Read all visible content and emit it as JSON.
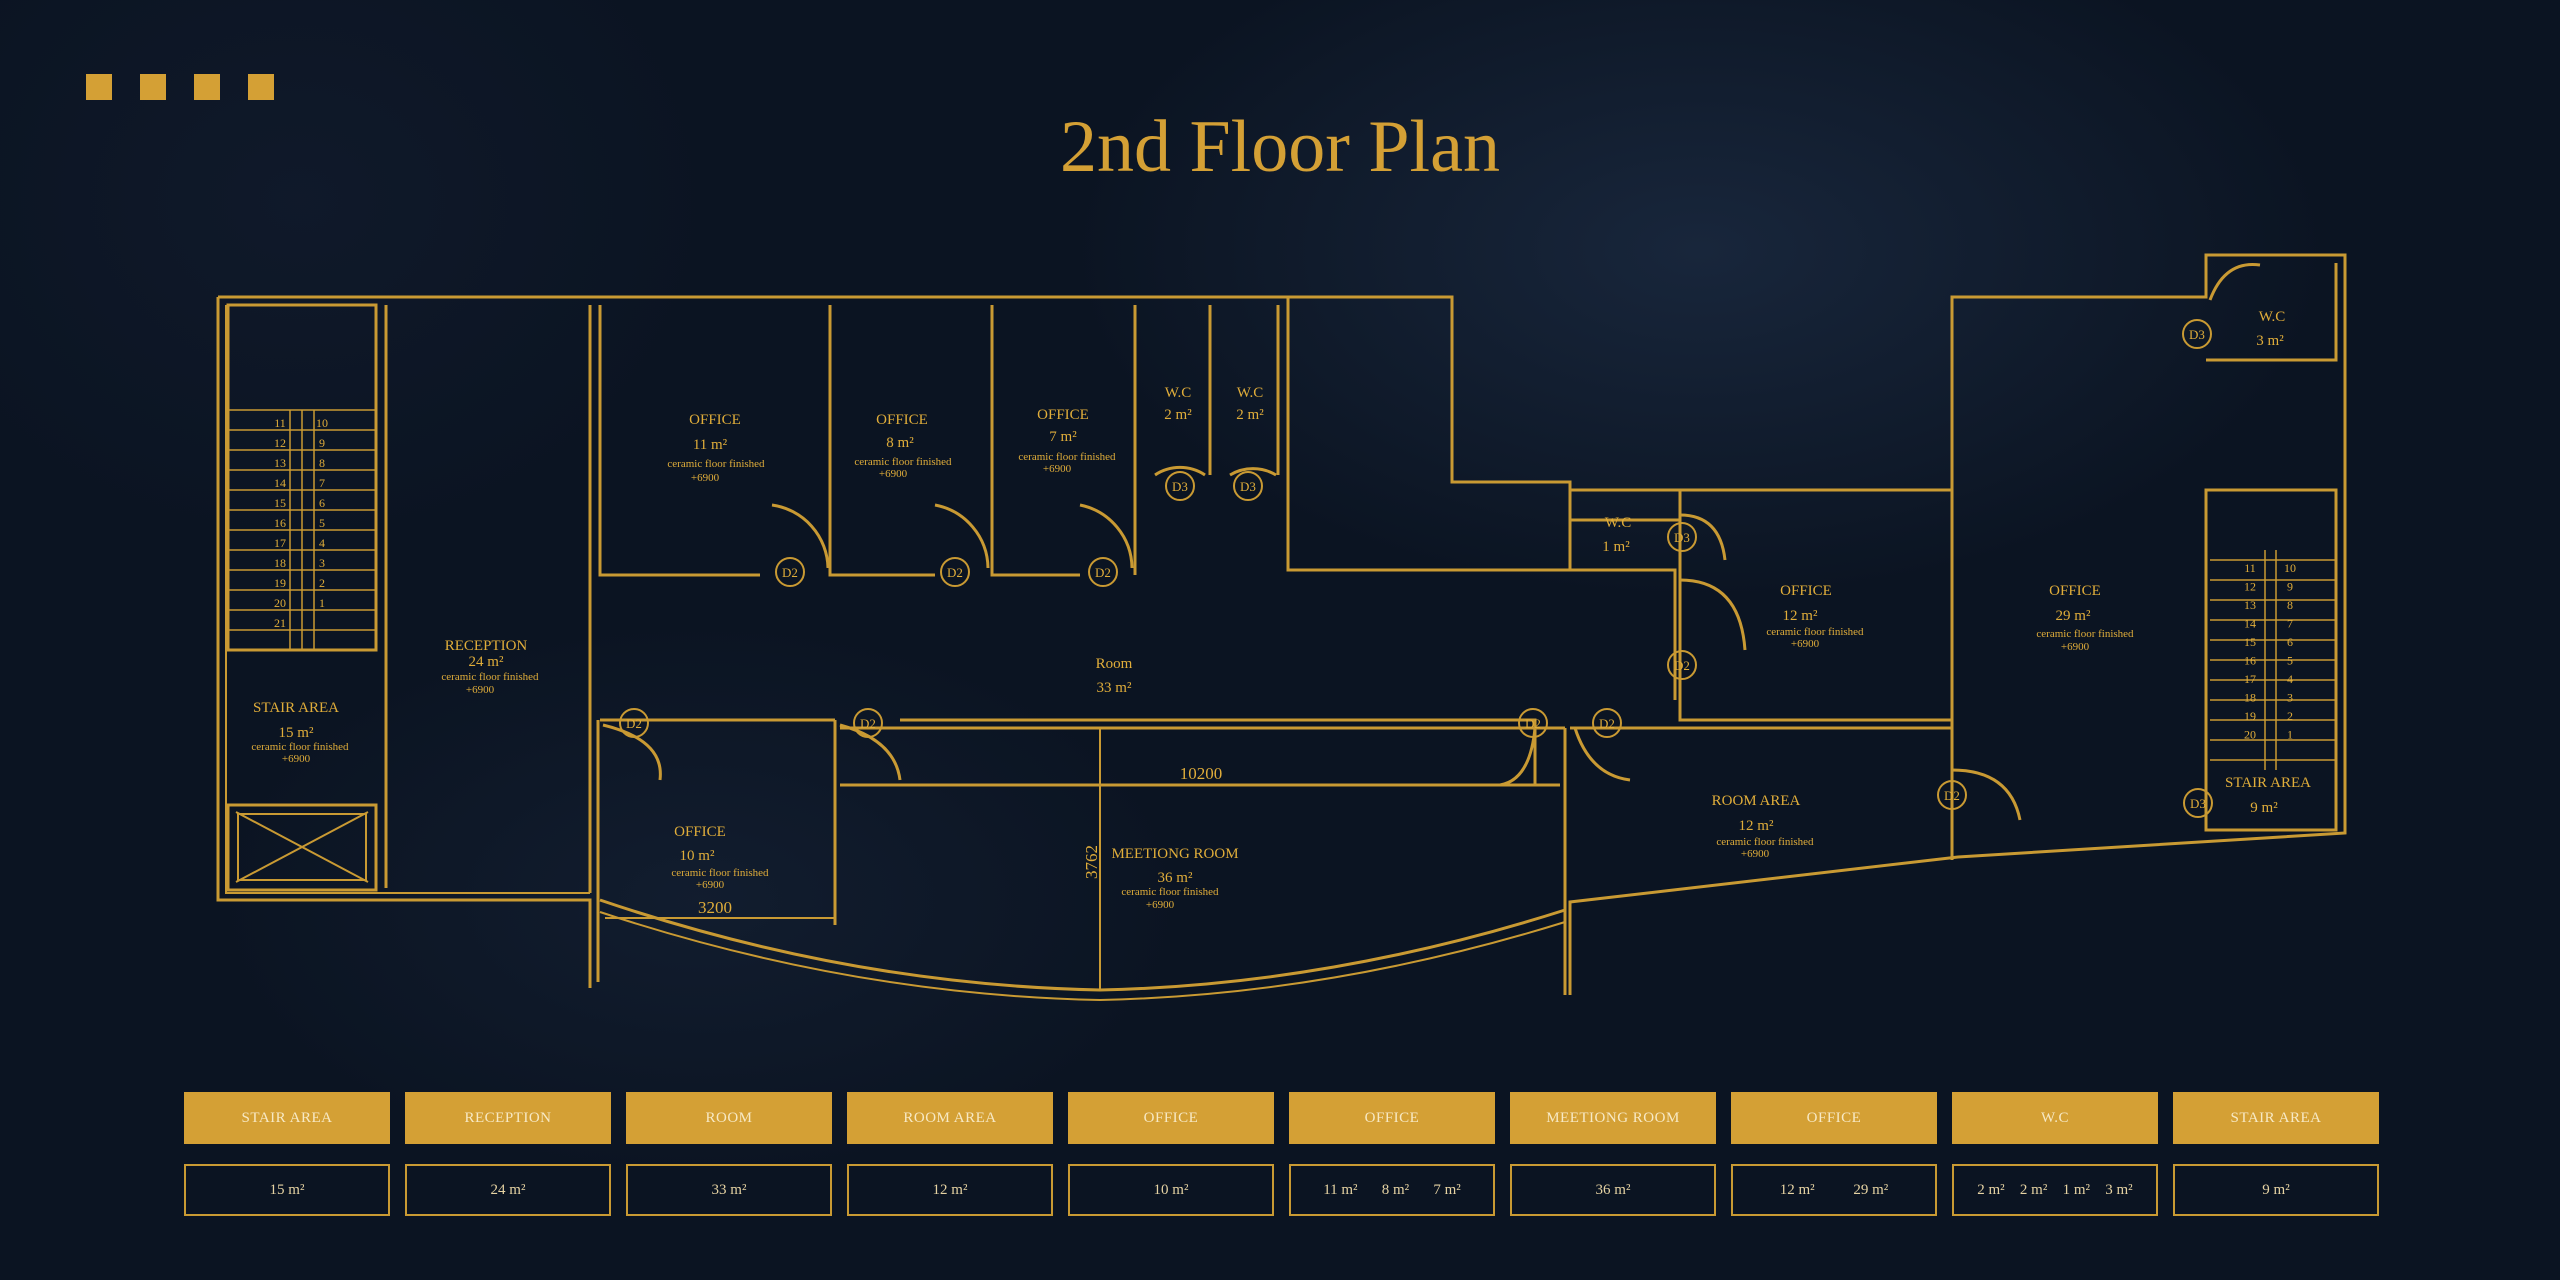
{
  "title": "2nd Floor Plan",
  "colors": {
    "accent": "#d4a035",
    "line": "#c99a33",
    "background": "#0b1422"
  },
  "rooms": {
    "stair_left": {
      "name": "STAIR AREA",
      "area": "15 m²",
      "finish": "ceramic floor finished",
      "level": "+6900"
    },
    "reception": {
      "name": "RECEPTION",
      "area": "24 m²",
      "finish": "ceramic floor finished",
      "level": "+6900"
    },
    "office_a": {
      "name": "OFFICE",
      "area": "11 m²",
      "finish": "ceramic floor finished",
      "level": "+6900"
    },
    "office_b": {
      "name": "OFFICE",
      "area": "8 m²",
      "finish": "ceramic floor finished",
      "level": "+6900"
    },
    "office_c": {
      "name": "OFFICE",
      "area": "7 m²",
      "finish": "ceramic floor finished",
      "level": "+6900"
    },
    "wc_a": {
      "name": "W.C",
      "area": "2 m²"
    },
    "wc_b": {
      "name": "W.C",
      "area": "2 m²"
    },
    "wc_c": {
      "name": "W.C",
      "area": "1 m²"
    },
    "wc_d": {
      "name": "W.C",
      "area": "3 m²"
    },
    "room": {
      "name": "Room",
      "area": "33 m²"
    },
    "office_d": {
      "name": "OFFICE",
      "area": "10 m²",
      "finish": "ceramic floor finished",
      "level": "+6900"
    },
    "meeting": {
      "name": "MEETIONG ROOM",
      "area": "36 m²",
      "finish": "ceramic floor finished",
      "level": "+6900"
    },
    "office_e": {
      "name": "OFFICE",
      "area": "12 m²",
      "finish": "ceramic floor finished",
      "level": "+6900"
    },
    "office_f": {
      "name": "OFFICE",
      "area": "29 m²",
      "finish": "ceramic floor finished",
      "level": "+6900"
    },
    "room_area": {
      "name": "ROOM AREA",
      "area": "12 m²",
      "finish": "ceramic floor finished",
      "level": "+6900"
    },
    "stair_right": {
      "name": "STAIR AREA",
      "area": "9 m²"
    }
  },
  "dimensions": {
    "corridor": "10200",
    "meeting_depth": "3762",
    "office_width": "3200"
  },
  "door_tags": {
    "d2": "D2",
    "d3": "D3"
  },
  "stair_numbers": {
    "left": [
      "11",
      "10",
      "12",
      "9",
      "13",
      "8",
      "14",
      "7",
      "15",
      "6",
      "16",
      "5",
      "17",
      "4",
      "18",
      "3",
      "19",
      "2",
      "20",
      "1",
      "21"
    ],
    "right": [
      "11",
      "10",
      "12",
      "9",
      "13",
      "8",
      "14",
      "7",
      "15",
      "6",
      "16",
      "5",
      "17",
      "4",
      "18",
      "3",
      "19",
      "2",
      "20",
      "1"
    ]
  },
  "legend": [
    {
      "label": "STAIR AREA",
      "values": [
        "15 m²"
      ]
    },
    {
      "label": "RECEPTION",
      "values": [
        "24 m²"
      ]
    },
    {
      "label": "ROOM",
      "values": [
        "33 m²"
      ]
    },
    {
      "label": "ROOM AREA",
      "values": [
        "12 m²"
      ]
    },
    {
      "label": "OFFICE",
      "values": [
        "10 m²"
      ]
    },
    {
      "label": "OFFICE",
      "values": [
        "11 m²",
        "8 m²",
        "7 m²"
      ]
    },
    {
      "label": "MEETIONG ROOM",
      "values": [
        "36 m²"
      ]
    },
    {
      "label": "OFFICE",
      "values": [
        "12 m²",
        "29 m²"
      ]
    },
    {
      "label": "W.C",
      "values": [
        "2 m²",
        "2 m²",
        "1 m²",
        "3 m²"
      ]
    },
    {
      "label": "STAIR AREA",
      "values": [
        "9 m²"
      ]
    }
  ]
}
